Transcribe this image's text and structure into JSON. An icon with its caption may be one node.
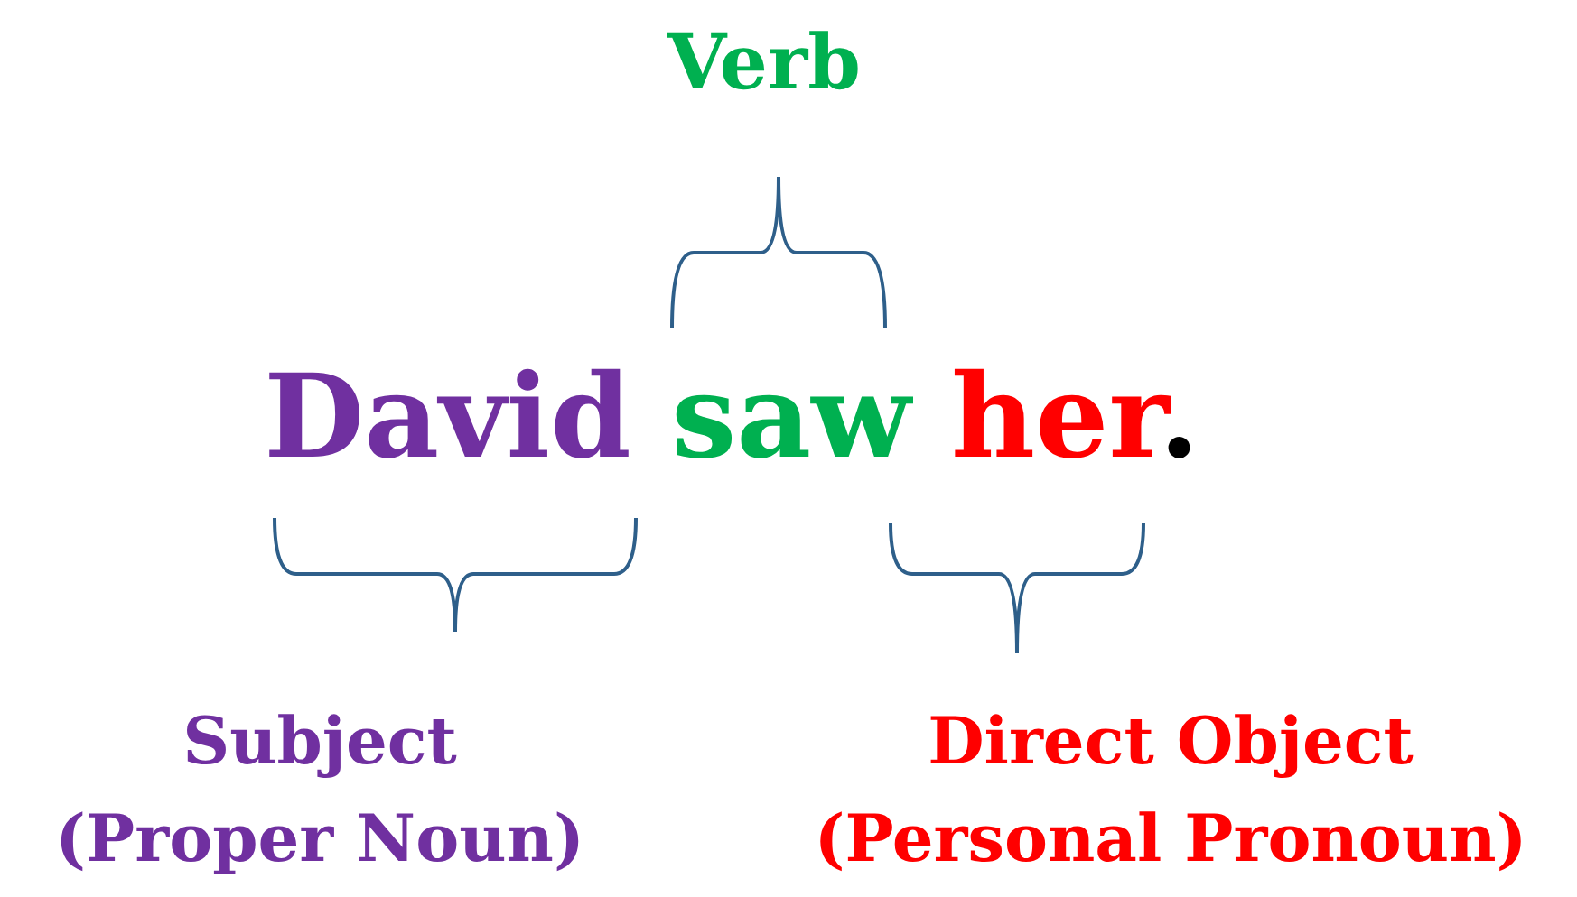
{
  "diagram": {
    "labels": [
      "Verb",
      "David saw her.",
      "Subject",
      "(Proper Noun)",
      "Direct Object",
      "(Personal Pronoun)"
    ]
  }
}
